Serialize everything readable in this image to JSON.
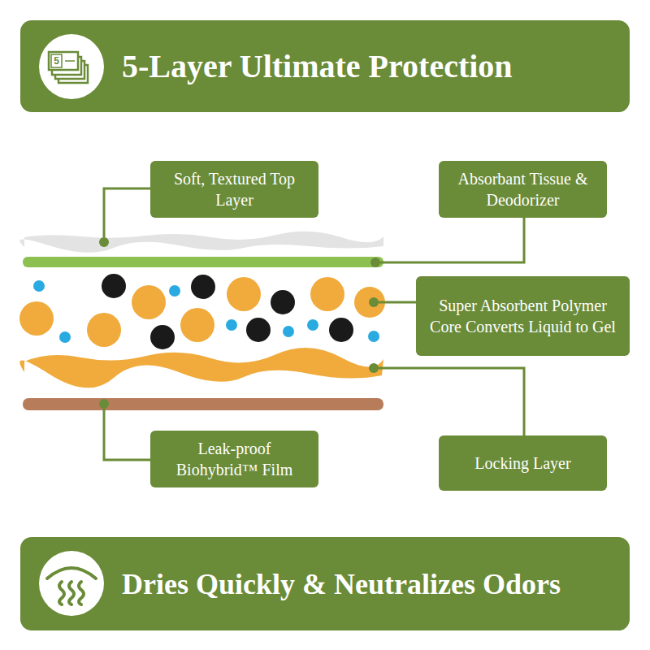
{
  "diagram": {
    "title": "5-Layer Ultimate Protection",
    "caption": "Dries Quickly & Neutralizes Odors",
    "nodes": [
      {
        "text": [
          "Soft, Textured Top Layer"
        ]
      },
      {
        "text": [
          "Absorbant Tissue & Deodorizer"
        ]
      },
      {
        "text": [
          "Super Absorbent Polymer Core Converts Liquid to Gel"
        ]
      },
      {
        "text": [
          "Leak-proof Biohybrid™ Film"
        ]
      },
      {
        "text": [
          "Locking Layer"
        ]
      }
    ],
    "labels": [
      "5"
    ]
  }
}
